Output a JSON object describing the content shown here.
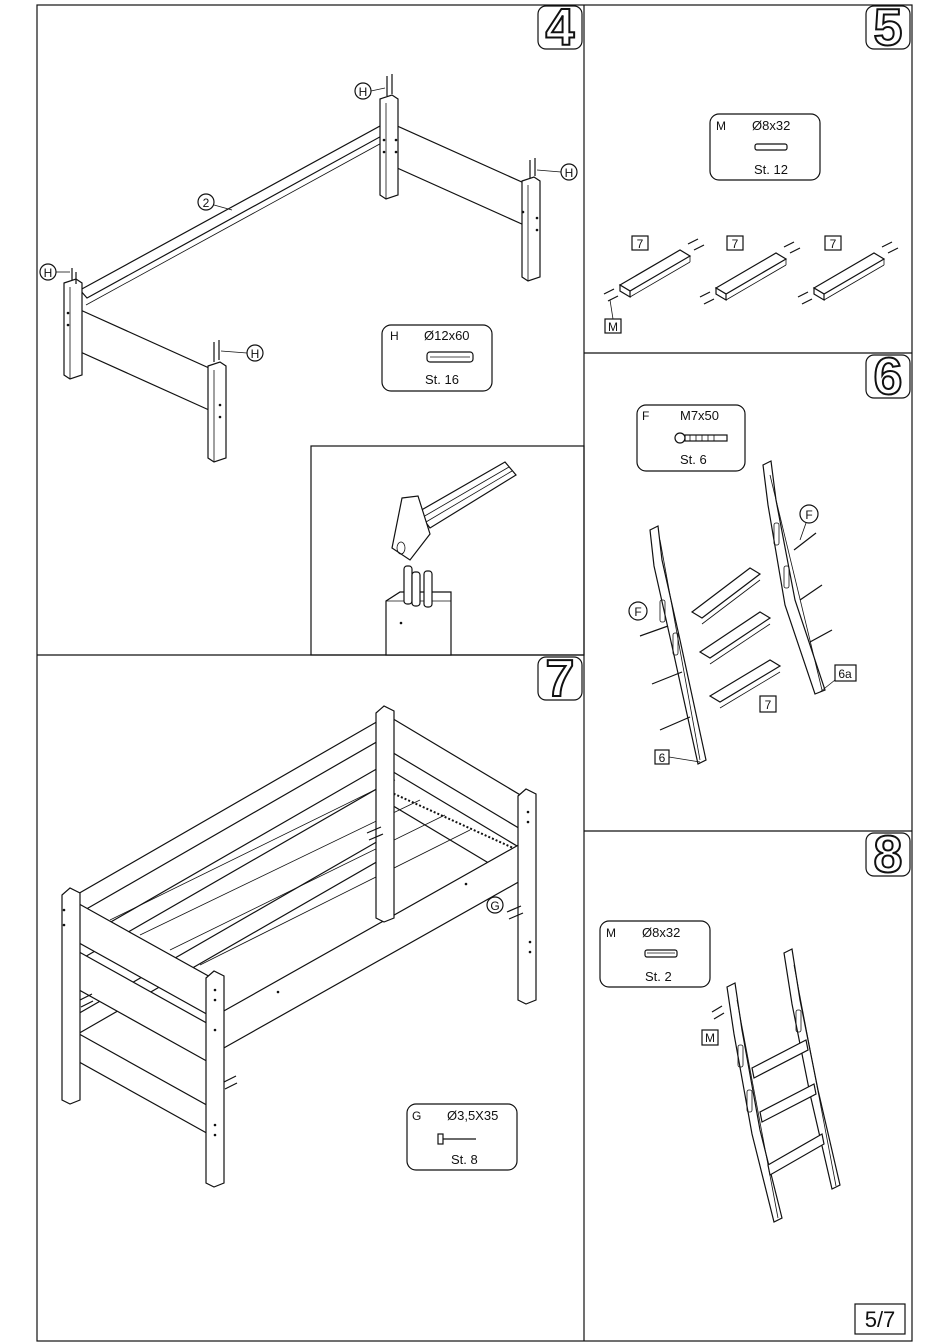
{
  "page_number": "5/7",
  "steps": {
    "s4": {
      "number": "4",
      "callout_h": "H",
      "callout_2": "2",
      "hardware": {
        "code": "H",
        "size": "Ø12x60",
        "qty": "St.   16"
      }
    },
    "s5": {
      "number": "5",
      "label_7": "7",
      "label_m": "M",
      "hardware": {
        "code": "M",
        "size": "Ø8x32",
        "qty": "St.  12"
      }
    },
    "s6": {
      "number": "6",
      "label_f": "F",
      "label_6": "6",
      "label_6a": "6a",
      "label_7": "7",
      "hardware": {
        "code": "F",
        "size": "M7x50",
        "qty": "St.   6"
      }
    },
    "s7": {
      "number": "7",
      "label_g": "G",
      "hardware": {
        "code": "G",
        "size": "Ø3,5X35",
        "qty": "St.    8"
      }
    },
    "s8": {
      "number": "8",
      "label_m": "M",
      "hardware": {
        "code": "M",
        "size": "Ø8x32",
        "qty": "St.    2"
      }
    }
  }
}
